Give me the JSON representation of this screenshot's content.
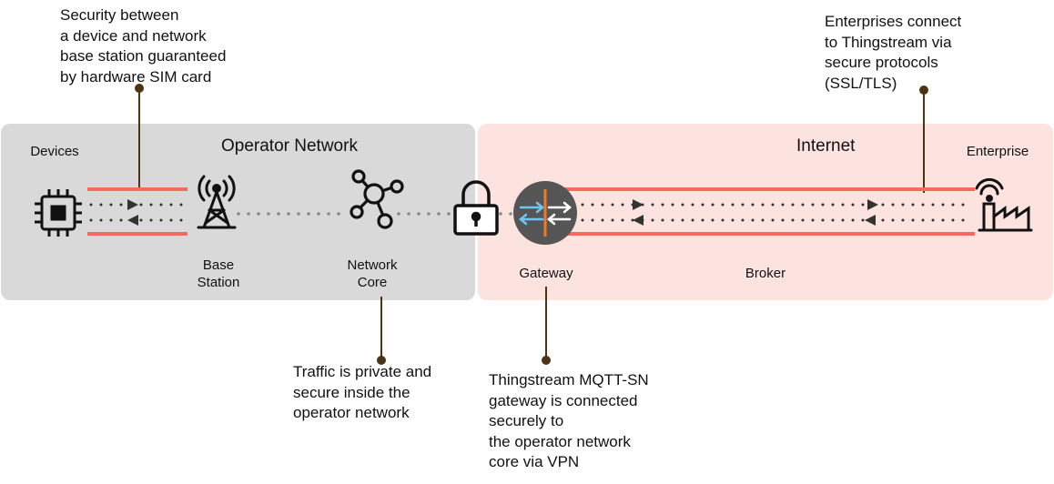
{
  "zones": {
    "operator": {
      "title": "Operator Network"
    },
    "internet": {
      "title": "Internet"
    }
  },
  "nodes": {
    "devices": "Devices",
    "base_station": "Base\nStation",
    "network_core": "Network\nCore",
    "gateway": "Gateway",
    "broker": "Broker",
    "enterprise": "Enterprise"
  },
  "callouts": {
    "sim_security": "Security between\na device and network\nbase station guaranteed\nby hardware SIM card",
    "enterprise_protocols": "Enterprises connect\nto Thingstream via\nsecure protocols\n(SSL/TLS)",
    "operator_private": "Traffic is private and\nsecure inside the\noperator network",
    "gateway_vpn": "Thingstream MQTT-SN\ngateway is connected\nsecurely to\nthe operator network\ncore via VPN"
  },
  "icons": {
    "device": "chip-icon",
    "base_station": "antenna-tower-icon",
    "network_core": "network-hub-icon",
    "security": "padlock-icon",
    "gateway": "gateway-arrows-icon",
    "enterprise": "factory-icon"
  },
  "colors": {
    "operator_bg": "#d9d9d9",
    "internet_bg": "#fde3df",
    "secure_pipe": "#f26b5b",
    "callout_line": "#4a3414",
    "gateway_fill": "#555555",
    "gateway_accent": "#f07a2a",
    "gateway_arrow": "#6ec6f0"
  }
}
